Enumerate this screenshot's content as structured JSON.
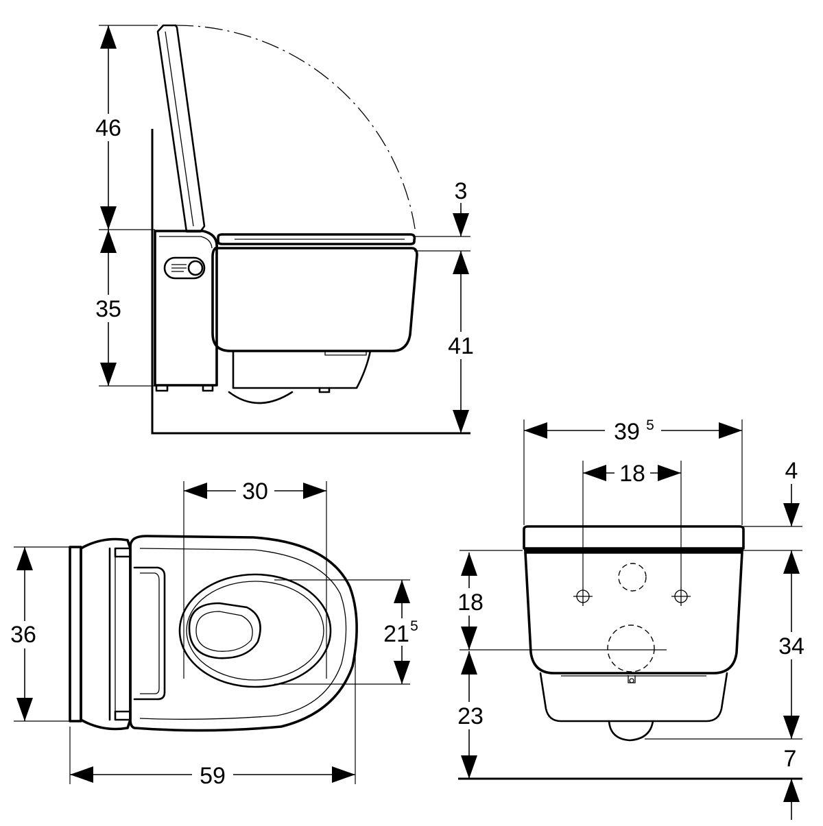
{
  "side_view": {
    "dim_lid_height": "46",
    "dim_seat_gap": "3",
    "dim_housing_height": "35",
    "dim_seat_height": "41"
  },
  "top_view": {
    "dim_bowl_width": "30",
    "dim_overall_width": "36",
    "dim_bowl_length_base": "21",
    "dim_bowl_length_sup": "5",
    "dim_overall_length": "59"
  },
  "front_view": {
    "dim_total_width_base": "39",
    "dim_total_width_sup": "5",
    "dim_bolt_spacing": "18",
    "dim_lid_thickness": "4",
    "dim_bolt_height": "18",
    "dim_outlet_height": "23",
    "dim_body_height": "34",
    "dim_outlet_drop": "7"
  }
}
